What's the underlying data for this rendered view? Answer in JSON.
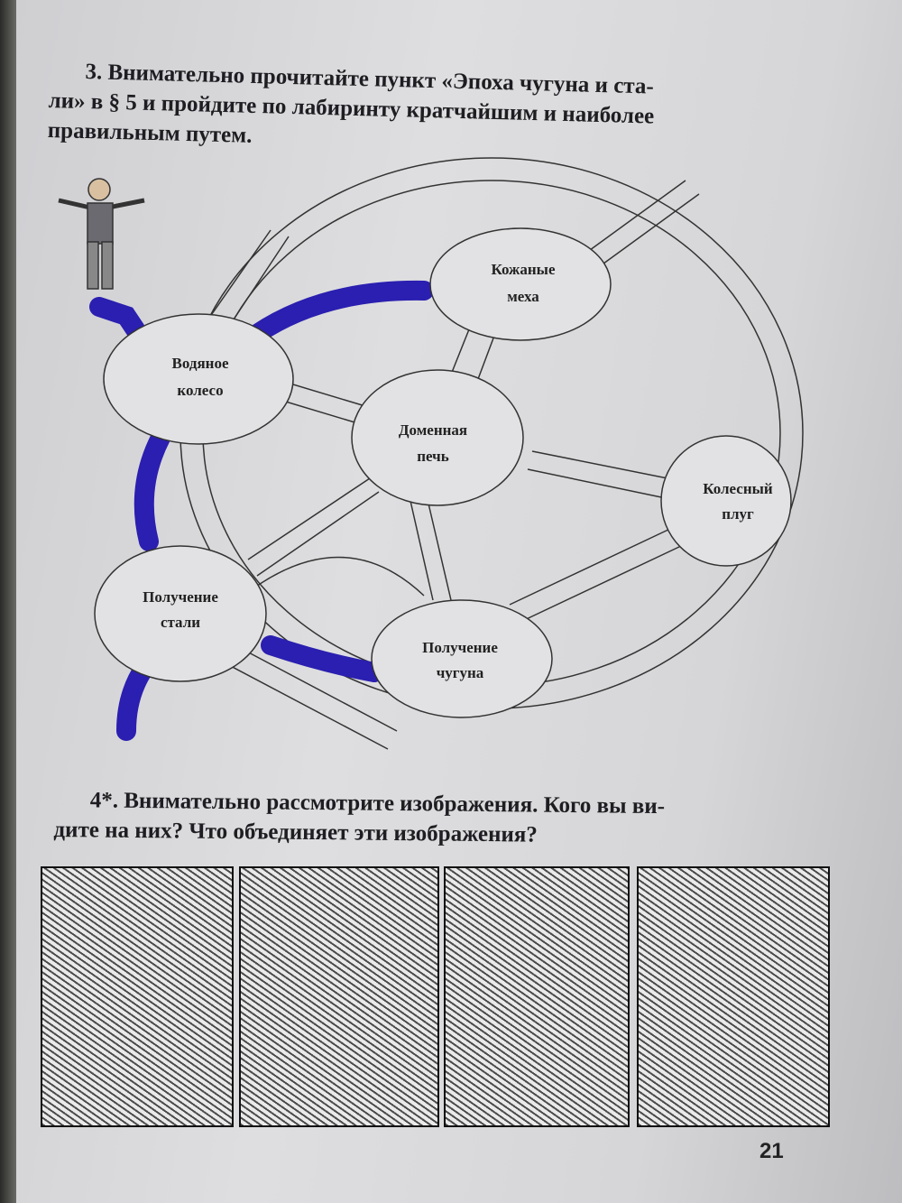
{
  "task3": {
    "line1": "3. Внимательно прочитайте пункт «Эпоха чугуна и ста-",
    "line2": "ли» в § 5 и пройдите по лабиринту кратчайшим и наиболее",
    "line3": "правильным путем."
  },
  "maze": {
    "nodes": {
      "water_wheel": [
        "Водяное",
        "колесо"
      ],
      "bellows": [
        "Кожаные",
        "меха"
      ],
      "blast_furnace": [
        "Доменная",
        "печь"
      ],
      "wheeled_plough": [
        "Колесный",
        "плуг"
      ],
      "steel": [
        "Получение",
        "стали"
      ],
      "cast_iron": [
        "Получение",
        "чугуна"
      ]
    },
    "highlight_color": "#2a1fb0"
  },
  "task4": {
    "line1": "4*. Внимательно рассмотрите изображения. Кого вы ви-",
    "line2": "дите на них? Что объединяет эти изображения?"
  },
  "page_number": "21"
}
